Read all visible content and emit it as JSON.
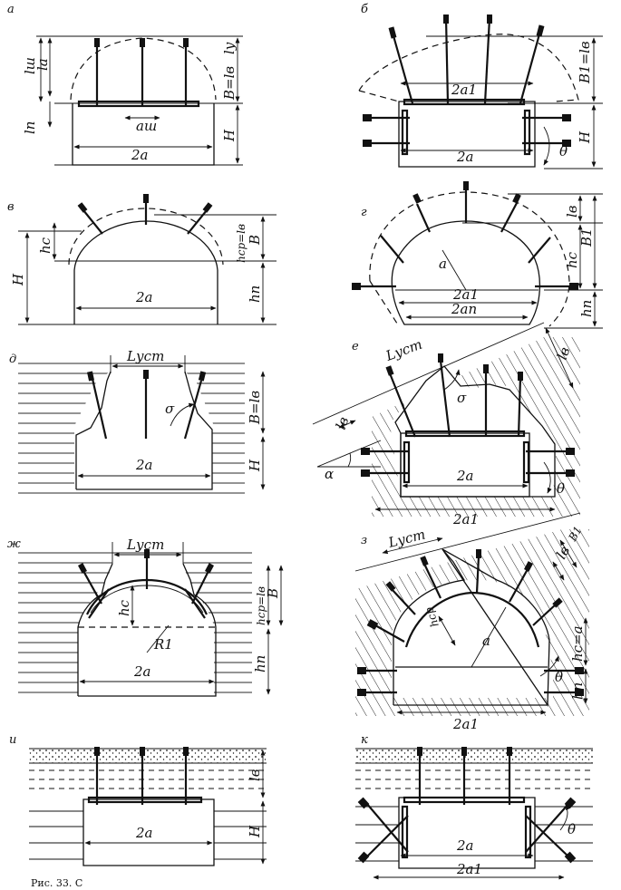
{
  "panels": [
    {
      "id": "a",
      "tag": "а",
      "dims": [
        "lш",
        "la",
        "lп",
        "B=lв",
        "lу",
        "H",
        "aш",
        "2a"
      ]
    },
    {
      "id": "b",
      "tag": "б",
      "dims": [
        "B1=lв",
        "H",
        "2a1",
        "2a",
        "θ"
      ]
    },
    {
      "id": "v",
      "tag": "в",
      "dims": [
        "H",
        "hc",
        "hcp=lв",
        "B",
        "hп",
        "2a"
      ]
    },
    {
      "id": "g",
      "tag": "г",
      "dims": [
        "lв",
        "B1",
        "hc",
        "hп",
        "a",
        "2a1",
        "2aп"
      ]
    },
    {
      "id": "d",
      "tag": "д",
      "dims": [
        "Lуст",
        "σ",
        "B=lв",
        "H",
        "2a"
      ]
    },
    {
      "id": "e",
      "tag": "е",
      "dims": [
        "Lуст",
        "σ",
        "lв",
        "lв",
        "α",
        "2a",
        "2a1",
        "θ"
      ]
    },
    {
      "id": "zh",
      "tag": "ж",
      "dims": [
        "Lуст",
        "hc",
        "R1",
        "hcp=lв",
        "B",
        "hп",
        "2a"
      ]
    },
    {
      "id": "z",
      "tag": "з",
      "dims": [
        "Lуст",
        "hcр",
        "a",
        "lв",
        "B1",
        "hc=a",
        "θ",
        "hп",
        "2a1"
      ]
    },
    {
      "id": "i",
      "tag": "и",
      "dims": [
        "lв",
        "H",
        "2a"
      ]
    },
    {
      "id": "k",
      "tag": "к",
      "dims": [
        "θ",
        "2a",
        "2a1"
      ]
    }
  ],
  "caption": "Рис. 33. С"
}
